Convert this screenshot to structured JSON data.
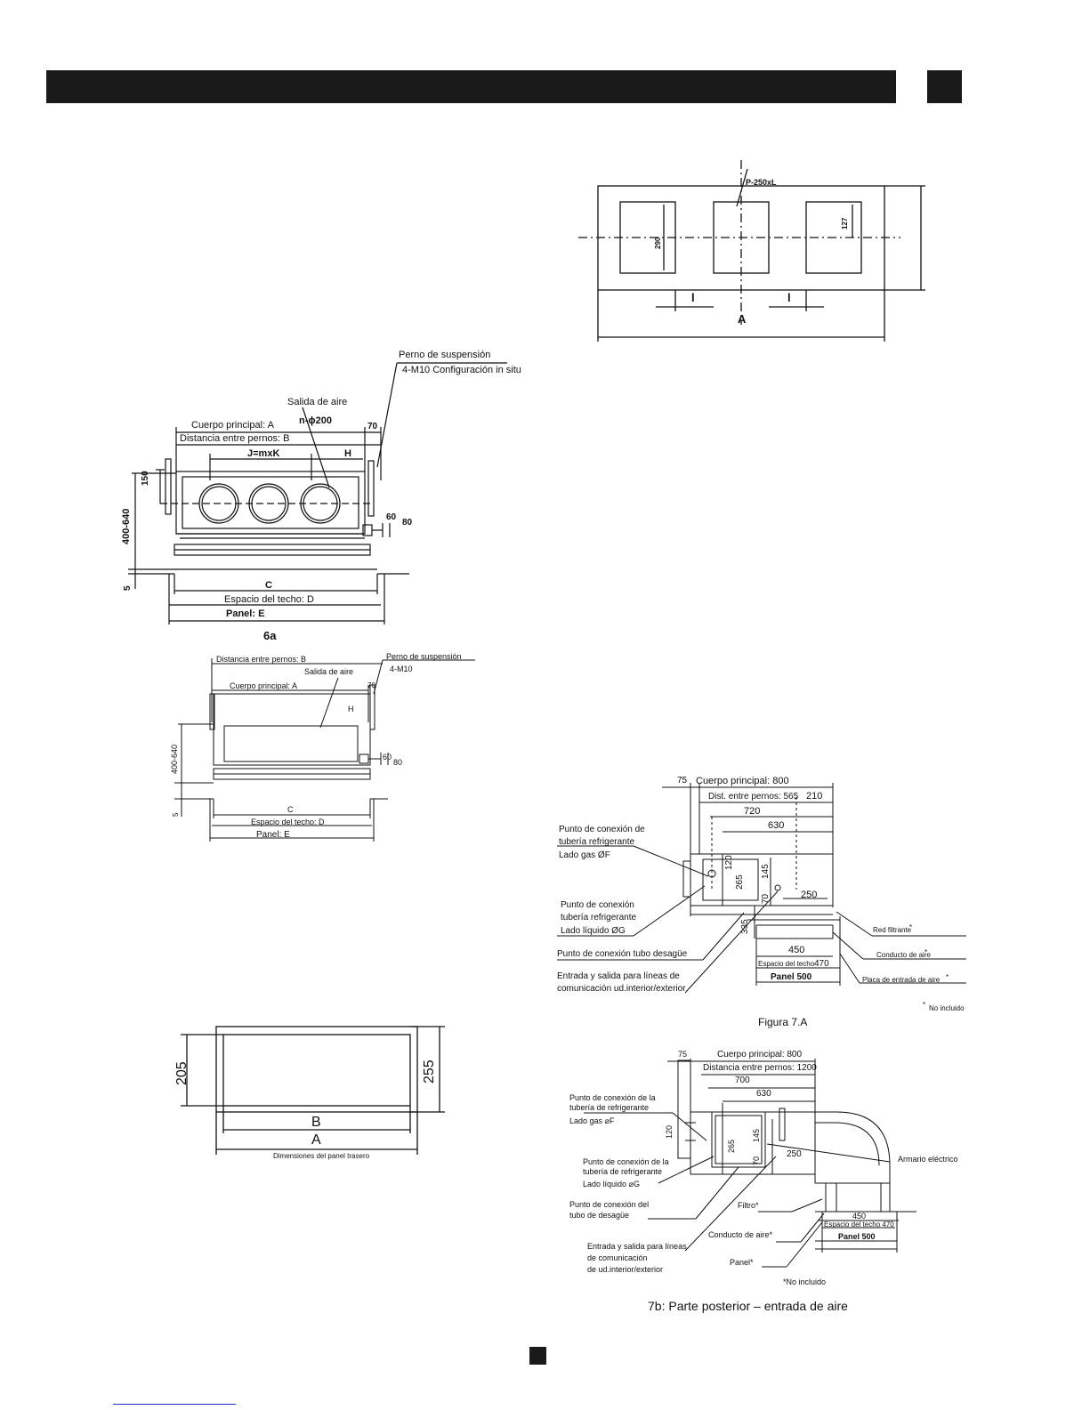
{
  "header": {
    "bar_color": "#1a1a1a"
  },
  "fig_6a": {
    "suspension_bolt": "Perno de suspensión",
    "bolt_config": "4-M10 Configuración in situ",
    "air_outlet": "Salida de aire",
    "body_a": "Cuerpo principal: A",
    "outlet_dia": "n-ϕ200",
    "bolt_dist_b": "Distancia entre pernos: B",
    "dim_70": "70",
    "jmk": "J=mxK",
    "h": "H",
    "dim_150": "150",
    "dim_400_640": "400-640",
    "dim_60": "60",
    "dim_80": "80",
    "dim_5": "5",
    "c": "C",
    "ceiling_d": "Espacio del techo: D",
    "panel_e": "Panel: E",
    "caption": "6a"
  },
  "fig_6b": {
    "bolt_dist_b": "Distancia entre pernos: B",
    "suspension_bolt": "Perno de suspensión",
    "m10": "4-M10",
    "air_outlet": "Salida de aire",
    "body_a": "Cuerpo principal: A",
    "dim_70": "70",
    "h": "H",
    "dim_400_640": "400-640",
    "dim_60": "60",
    "dim_80": "80",
    "dim_5": "5",
    "c": "C",
    "ceiling_d": "Espacio del techo: D",
    "panel_e": "Panel: E"
  },
  "fig_duct": {
    "pipe": "P-250xL",
    "dim_290": "290",
    "dim_127": "127",
    "l1": "l",
    "l2": "l",
    "a": "A"
  },
  "fig_back": {
    "dim_205": "205",
    "dim_255": "255",
    "b": "B",
    "a": "A",
    "caption": "Dimensiones del panel trasero"
  },
  "fig_7a": {
    "dim_75": "75",
    "body": "Cuerpo principal: 800",
    "bolt_dist": "Dist. entre pernos: 565",
    "dim_210": "210",
    "dim_720": "720",
    "dim_630": "630",
    "conn_gas_1": "Punto de conexión de",
    "conn_gas_2": "tubería refrigerante",
    "gas_side": "Lado gas ØF",
    "dim_120": "120",
    "dim_265": "265",
    "dim_145": "145",
    "conn_liq_1": "Punto de conexión",
    "conn_liq_2": "tubería refrigerante",
    "liq_side": "Lado líquido ØG",
    "dim_70": "70",
    "dim_250": "250",
    "filter_net": "Red filtrante",
    "dim_335": "335",
    "drain": "Punto de conexión tubo desagüe",
    "dim_450": "450",
    "air_duct": "Conducto de aire",
    "ceiling": "Espacio del techo",
    "dim_470": "470",
    "comm_1": "Entrada y salida para líneas de",
    "comm_2": "comunicación ud.interior/exterior",
    "panel": "Panel 500",
    "intake_plate": "Placa de entrada de aire",
    "star": "*",
    "not_included": "No incluido",
    "caption": "Figura 7.A"
  },
  "fig_7b": {
    "dim_75": "75",
    "body": "Cuerpo principal: 800",
    "bolt_dist": "Distancia entre pernos: 1200",
    "dim_700": "700",
    "dim_630": "630",
    "conn_gas_1": "Punto de conexión de la",
    "conn_gas_2": "tubería de refrigerante",
    "gas_side": "Lado gas ⌀F",
    "dim_120": "120",
    "dim_265": "265",
    "dim_145": "145",
    "dim_250": "250",
    "cabinet": "Armario eléctrico",
    "conn_liq_1": "Punto de conexión de la",
    "conn_liq_2": "tubería de refrigerante",
    "liq_side": "Lado líquido ⌀G",
    "dim_70": "70",
    "drain_1": "Punto de conexión del",
    "drain_2": "tubo de desagüe",
    "filter": "Filtro*",
    "dim_450": "450",
    "ceiling": "Espacio del techo 470",
    "comm_1": "Entrada y salida para líneas",
    "comm_2": "de comunicación",
    "comm_3": "de ud.interior/exterior",
    "air_duct": "Conducto de aire*",
    "panel_500": "Panel 500",
    "panel": "Panel*",
    "not_included": "*No incluido",
    "caption": "7b: Parte posterior – entrada de aire"
  }
}
